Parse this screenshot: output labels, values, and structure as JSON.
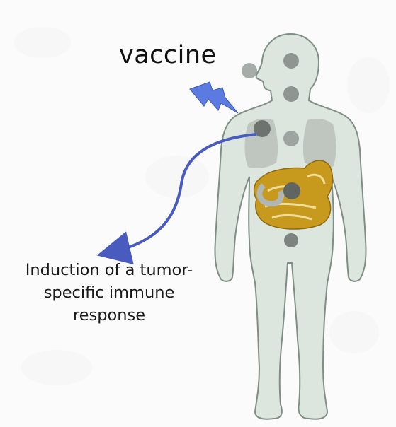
{
  "diagram": {
    "title": "vaccine",
    "caption_lines": [
      "Induction of a tumor-",
      "specific immune",
      "response"
    ],
    "colors": {
      "body_fill": "#dce6df",
      "body_stroke": "#7f8f86",
      "organ_gold": "#c79a1d",
      "organ_gray": "#b7bcb8",
      "node_dark": "#5f6662",
      "node_light": "#a6aca8",
      "arrow_blue": "#4a5bbf",
      "lightning_blue": "#5b7be0"
    },
    "icons": [
      "lightning-bolt-icon",
      "curved-arrow-icon",
      "human-body-icon"
    ]
  }
}
